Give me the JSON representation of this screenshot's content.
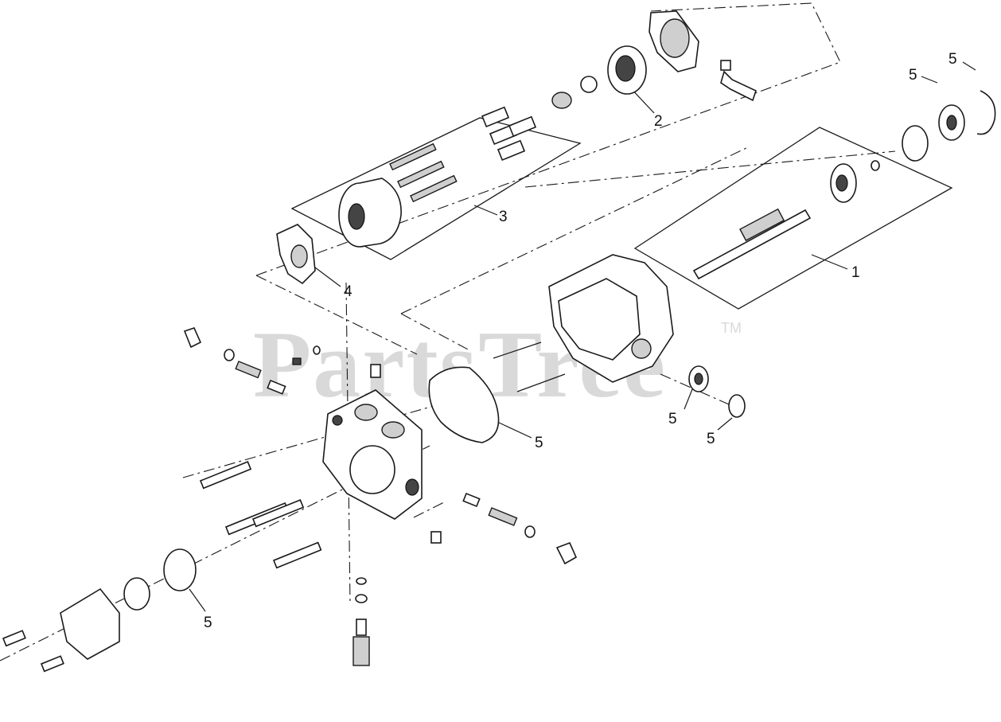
{
  "watermark": {
    "text": "PartsTree",
    "trademark": "TM"
  },
  "callouts": [
    {
      "id": "c1",
      "text": "1"
    },
    {
      "id": "c2",
      "text": "2"
    },
    {
      "id": "c3",
      "text": "3"
    },
    {
      "id": "c4",
      "text": "4"
    },
    {
      "id": "c5a",
      "text": "5"
    },
    {
      "id": "c5b",
      "text": "5"
    },
    {
      "id": "c5c",
      "text": "5"
    },
    {
      "id": "c5d",
      "text": "5"
    },
    {
      "id": "c5e",
      "text": "5"
    },
    {
      "id": "c5f",
      "text": "5"
    }
  ]
}
